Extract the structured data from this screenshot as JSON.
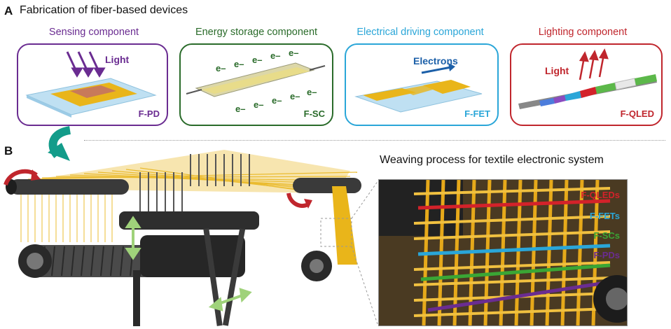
{
  "panel_a": {
    "letter": "A",
    "heading": "Fabrication of fiber-based devices",
    "components": [
      {
        "title": "Sensing component",
        "color": "#6a2c91",
        "tag": "F-PD",
        "label": "Light"
      },
      {
        "title": "Energy storage component",
        "color": "#2a6b2a",
        "tag": "F-SC",
        "label": "e–"
      },
      {
        "title": "Electrical driving component",
        "color": "#2aa6d8",
        "tag": "F-FET",
        "label": "Electrons"
      },
      {
        "title": "Lighting component",
        "color": "#c0262d",
        "tag": "F-QLED",
        "label": "Light"
      }
    ]
  },
  "panel_b": {
    "letter": "B",
    "heading": "Weaving process for textile electronic system",
    "legend": [
      {
        "label": "F-QLEDs",
        "color": "#d3222a"
      },
      {
        "label": "F-FETs",
        "color": "#2aa6d8"
      },
      {
        "label": "F-SCs",
        "color": "#3aa635"
      },
      {
        "label": "F-PDs",
        "color": "#6a2c91"
      }
    ]
  },
  "colors": {
    "gold": "#e9b51a",
    "teal_arrow": "#139c8a",
    "red_arrow": "#c0262d",
    "green_arrow": "#9fd27a"
  }
}
